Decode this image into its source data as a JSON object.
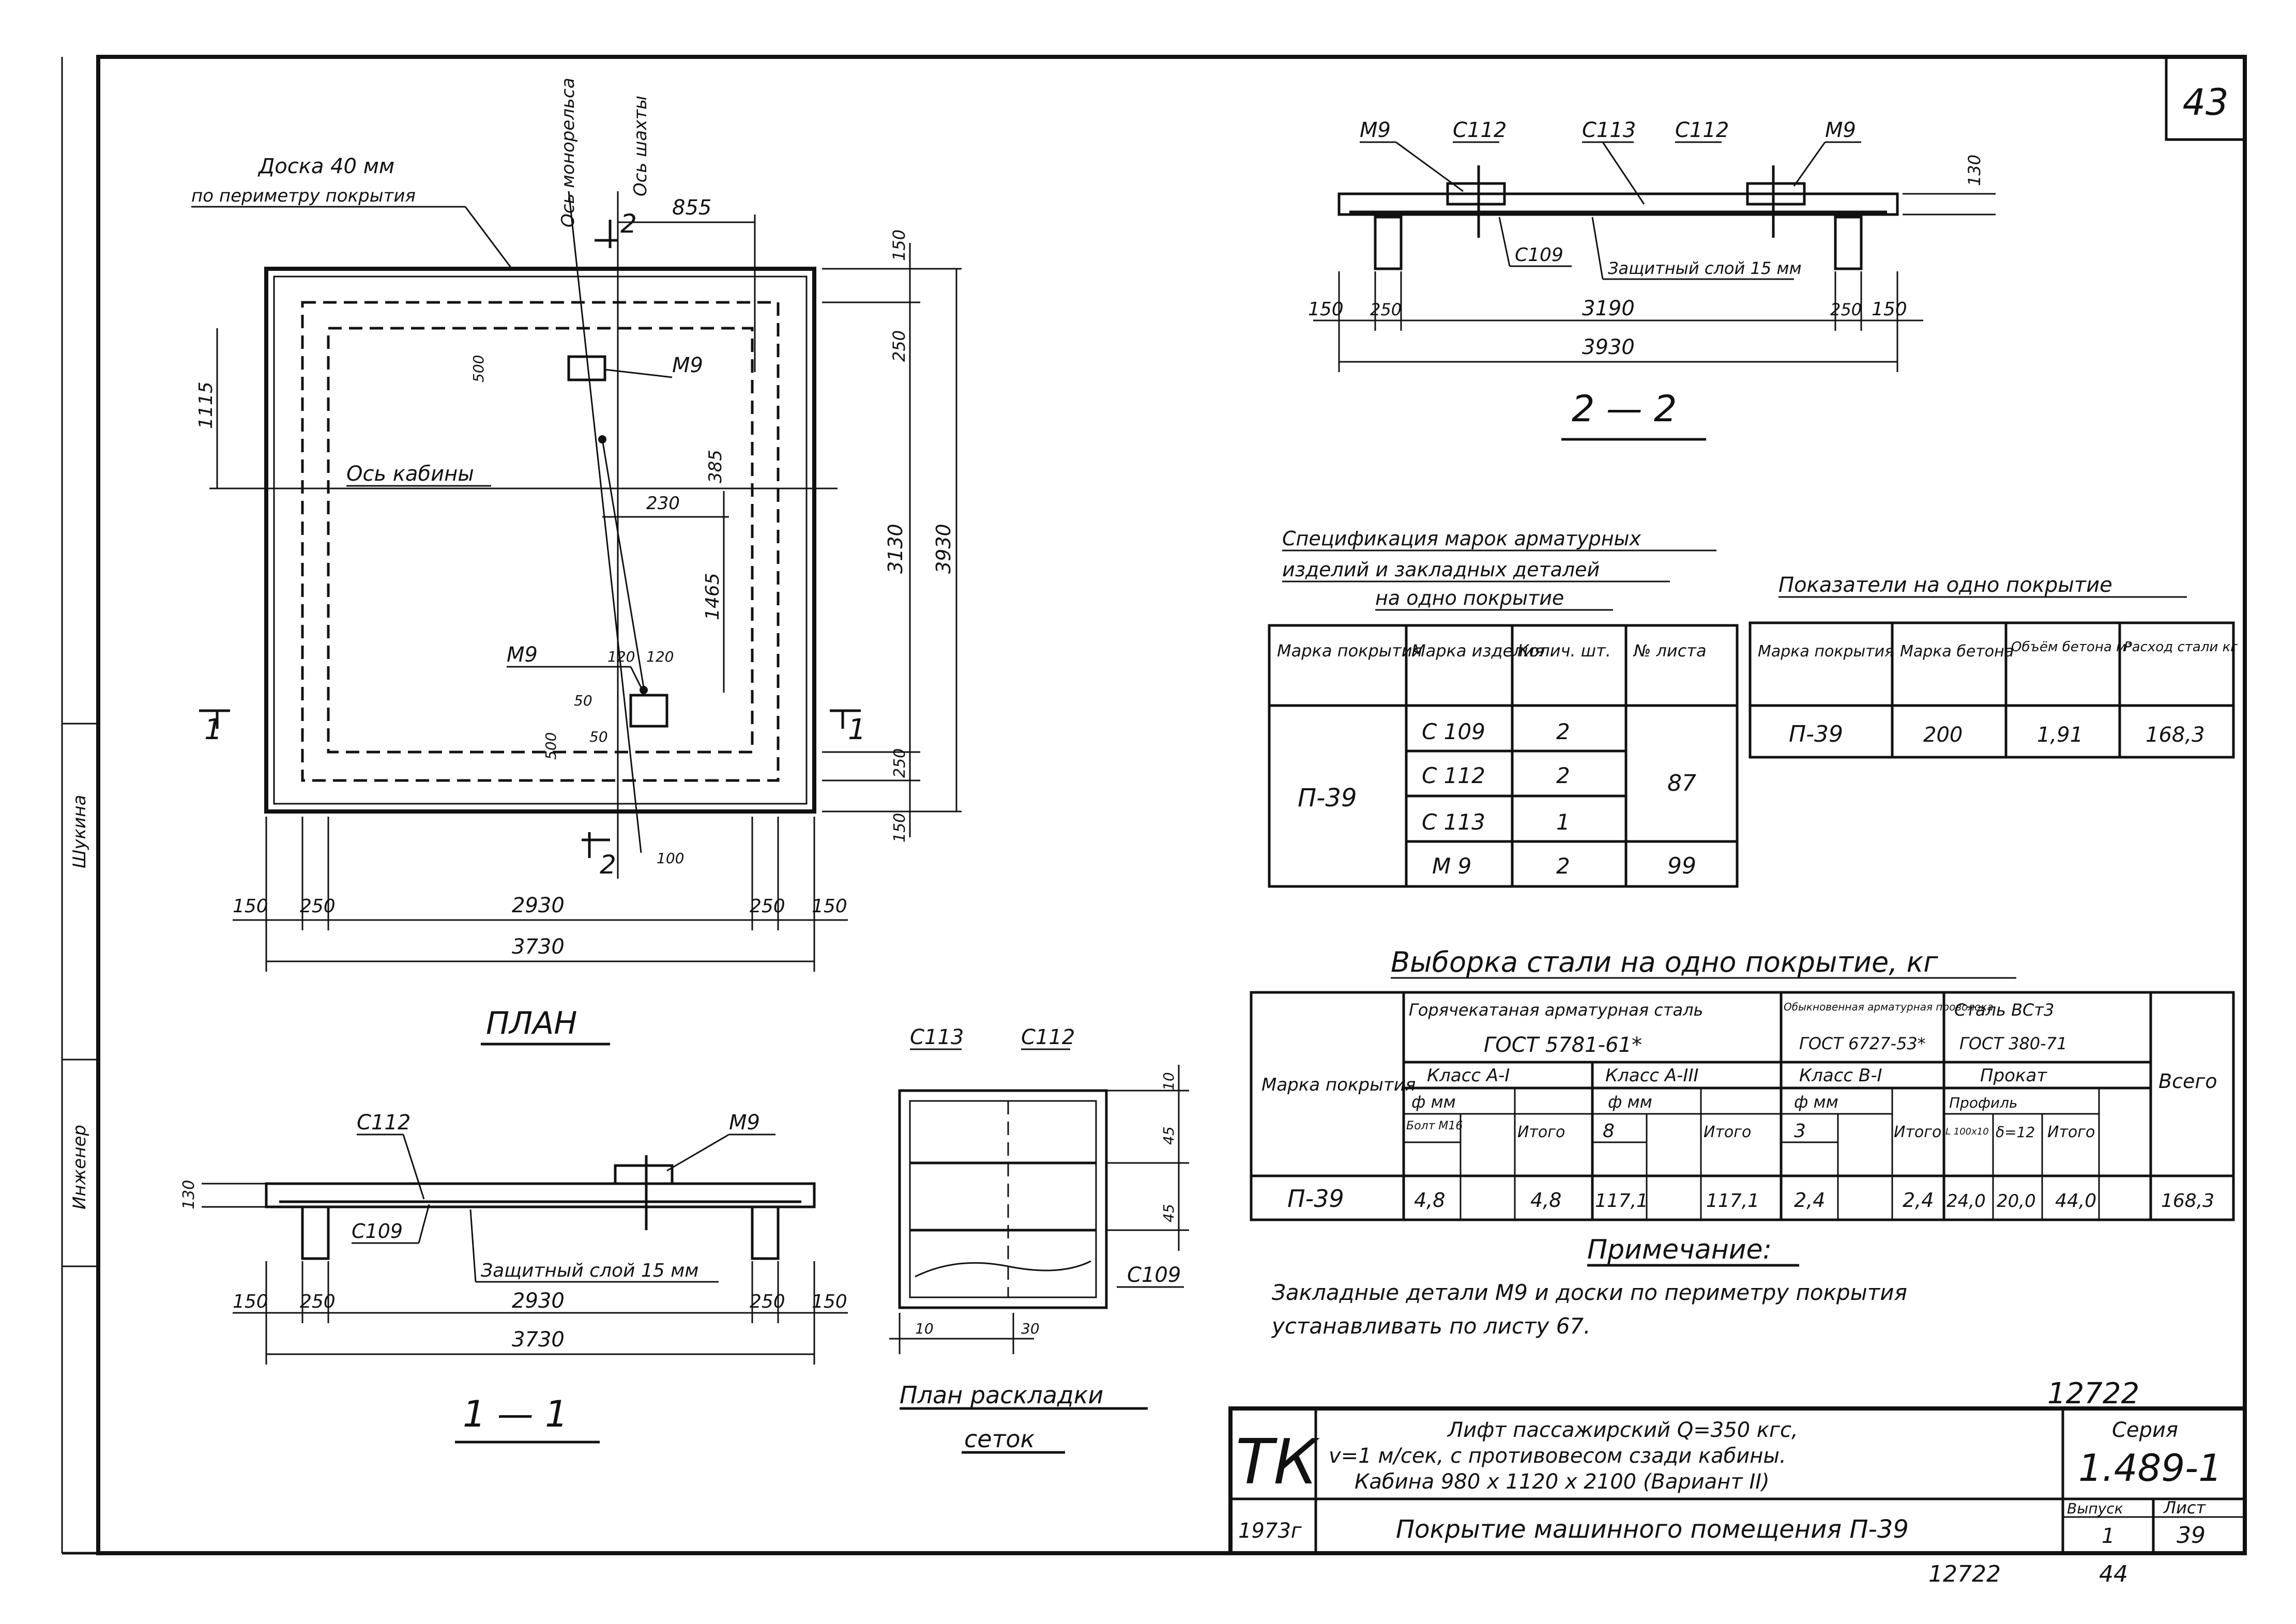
{
  "sheet_number": "43",
  "left_strip": [
    "Шукина",
    "Инженер"
  ],
  "plan": {
    "title": "ПЛАН",
    "label_board": "Доска 40 мм",
    "label_board_2": "по периметру покрытия",
    "label_axis_monorail": "Ось монорельса",
    "label_axis_shaft": "Ось шахты",
    "label_axis_cabin": "Ось кабины",
    "embed": "М9",
    "section_1": "1",
    "section_2": "2",
    "dims": {
      "d855": "855",
      "d1115": "1115",
      "d500a": "500",
      "d385": "385",
      "d230": "230",
      "d1465": "1465",
      "d120a": "120",
      "d120b": "120",
      "d50a": "50",
      "d50b": "50",
      "d500b": "500",
      "d100": "100",
      "d150t": "150",
      "d250t": "250",
      "d3130": "3130",
      "d3930": "3930",
      "d250b": "250",
      "d150b": "150",
      "b150l": "150",
      "b250l": "250",
      "b2930": "2930",
      "b250r": "250",
      "b150r": "150",
      "b3730": "3730"
    }
  },
  "section11": {
    "title": "1 — 1",
    "c112": "С112",
    "m9": "М9",
    "c109": "С109",
    "protect": "Защитный слой 15 мм",
    "d130": "130",
    "d150l": "150",
    "d250l": "250",
    "d2930": "2930",
    "d250r": "250",
    "d150r": "150",
    "d3730": "3730"
  },
  "section22": {
    "title": "2 — 2",
    "m9l": "М9",
    "c112l": "С112",
    "c113": "С113",
    "c112r": "С112",
    "m9r": "М9",
    "c109": "С109",
    "protect": "Защитный слой 15 мм",
    "d130": "130",
    "d150l": "150",
    "d250l": "250",
    "d3190": "3190",
    "d250r": "250",
    "d150r": "150",
    "d3930": "3930"
  },
  "mesh": {
    "title": "План раскладки",
    "title_2": "сеток",
    "c113": "С113",
    "c112": "С112",
    "c109": "С109",
    "d10t": "10",
    "d45a": "45",
    "d45b": "45",
    "d10b": "10",
    "d30": "30"
  },
  "spec_table": {
    "title_1": "Спецификация марок арматурных",
    "title_2": "изделий и закладных деталей",
    "title_3": "на одно покрытие",
    "headers": [
      "Марка покрытия",
      "Марка изделия",
      "Колич. шт.",
      "№ листа"
    ],
    "mark": "П-39",
    "rows": [
      {
        "item": "С 109",
        "qty": "2"
      },
      {
        "item": "С 112",
        "qty": "2"
      },
      {
        "item": "С 113",
        "qty": "1"
      },
      {
        "item": "М 9",
        "qty": "2"
      }
    ],
    "sheet_a": "87",
    "sheet_b": "99"
  },
  "indicators_table": {
    "title": "Показатели на одно покрытие",
    "headers": [
      "Марка покрытия",
      "Марка бетона",
      "Объём бетона м³",
      "Расход стали кг"
    ],
    "row": [
      "П-39",
      "200",
      "1,91",
      "168,3"
    ]
  },
  "steel_table": {
    "title": "Выборка стали на одно покрытие, кг",
    "h_mark": "Марка покрытия",
    "h_hot": "Горячекатаная арматурная сталь",
    "h_hot_gost": "ГОСТ 5781-61*",
    "h_wire": "Обыкновенная арматурная проволока",
    "h_wire_gost": "ГОСТ 6727-53*",
    "h_st": "Сталь ВСт3",
    "h_st_gost": "ГОСТ 380-71",
    "h_total": "Всего",
    "h_a1": "Класс А-I",
    "h_a3": "Класс А-III",
    "h_b1": "Класс В-I",
    "h_rolled": "Прокат",
    "h_phi1": "ф мм",
    "h_phi2": "ф мм",
    "h_phi3": "ф мм",
    "h_profile": "Профиль",
    "h_bolt": "Болт М16",
    "h_itogo1": "Итого",
    "h_8": "8",
    "h_itogo2": "Итого",
    "h_3": "3",
    "h_itogo3": "Итого",
    "h_L": "L 100х10",
    "h_d12": "δ=12",
    "h_itogo4": "Итого",
    "row": [
      "П-39",
      "4,8",
      "",
      "4,8",
      "117,1",
      "",
      "117,1",
      "2,4",
      "",
      "2,4",
      "24,0",
      "20,0",
      "44,0",
      "168,3"
    ]
  },
  "note": {
    "title": "Примечание:",
    "line_1": "Закладные детали М9 и доски по периметру покрытия",
    "line_2": "устанавливать по листу 67."
  },
  "title_block": {
    "doc_no": "12722",
    "org": "ТК",
    "year": "1973г",
    "desc_1": "Лифт пассажирский Q=350 кгс,",
    "desc_2": "v=1 м/сек, с противовесом сзади кабины.",
    "desc_3": "Кабина 980 х 1120 х 2100 (Вариант II)",
    "name": "Покрытие машинного помещения П-39",
    "series_label": "Серия",
    "series_value": "1.489-1",
    "issue_label": "Выпуск",
    "issue_value": "1",
    "sheet_label": "Лист",
    "sheet_value": "39",
    "bottom_no": "12722",
    "bottom_page": "44"
  }
}
